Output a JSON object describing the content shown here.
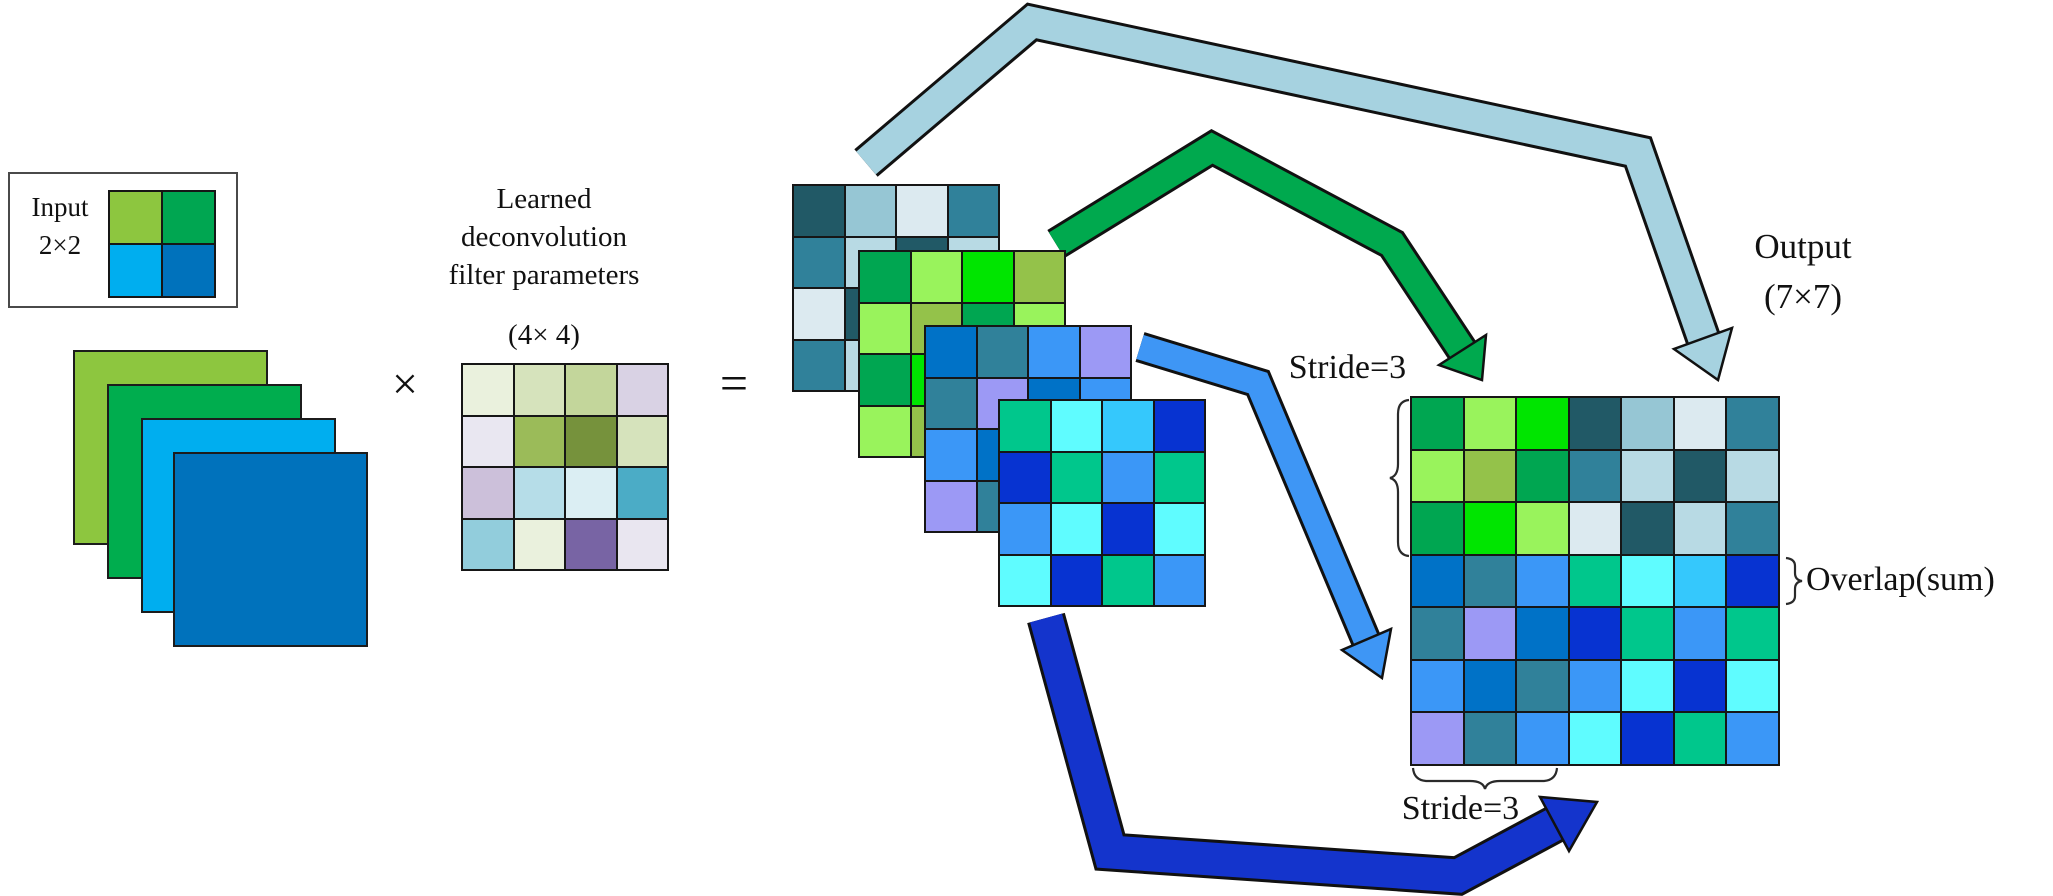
{
  "texts": {
    "input_label_line1": "Input",
    "input_label_line2": "2×2",
    "multiply": "×",
    "equals": "=",
    "filter_title_line1": "Learned",
    "filter_title_line2": "deconvolution",
    "filter_title_line3": "filter parameters",
    "filter_title_line4": "(4× 4)",
    "stride_top": "Stride=3",
    "stride_bottom": "Stride=3",
    "output_line1": "Output",
    "output_line2": "(7×7)",
    "overlap": "Overlap(sum)"
  },
  "stacked_squares": {
    "light_green": "#8DC63F",
    "green": "#00AD4E",
    "cyan": "#00AEEF",
    "blue": "#0072BC"
  },
  "arrows": {
    "teal": "#A6D2E0",
    "green": "#00A94E",
    "blue": "#3E96F5",
    "dark_blue": "#1434CC"
  },
  "grids": {
    "input_legend": [
      [
        "#8DC63F",
        "#00A651"
      ],
      [
        "#00AEEF",
        "#0072BC"
      ]
    ],
    "filter": [
      [
        "#EAF1DD",
        "#D6E3BC",
        "#C3D69B",
        "#D9D2E4"
      ],
      [
        "#E9E7F1",
        "#9BBB59",
        "#76923C",
        "#D6E3BC"
      ],
      [
        "#CCC0DA",
        "#B6DDE8",
        "#DBEEF3",
        "#4BACC6"
      ],
      [
        "#92CDDC",
        "#EAF1DD",
        "#7864A4",
        "#E9E6F0"
      ]
    ],
    "patch_teal": [
      [
        "#215966",
        "#96C6D4",
        "#DCEAF0",
        "#30819A"
      ],
      [
        "#30819A",
        "#B8DAE4",
        "#215966",
        "#B8DAE4"
      ],
      [
        "#DCEAF0",
        "#215966",
        "#B8DAE4",
        "#30819A"
      ],
      [
        "#30819A",
        "#B8DAE4",
        "#215966",
        "#96C6D4"
      ]
    ],
    "patch_green": [
      [
        "#00A651",
        "#99F35C",
        "#00E500",
        "#94C24A"
      ],
      [
        "#99F35C",
        "#94C24A",
        "#00A651",
        "#99F35C"
      ],
      [
        "#00A651",
        "#00E500",
        "#99F35C",
        "#00A651"
      ],
      [
        "#99F35C",
        "#94C24A",
        "#00A651",
        "#94C24A"
      ]
    ],
    "patch_blue": [
      [
        "#0072C7",
        "#30819A",
        "#3B97F7",
        "#9C99F5"
      ],
      [
        "#30819A",
        "#9C99F5",
        "#0072C7",
        "#3B97F7"
      ],
      [
        "#3B97F7",
        "#0072C7",
        "#30819A",
        "#0072C7"
      ],
      [
        "#9C99F5",
        "#30819A",
        "#3B97F7",
        "#30819A"
      ]
    ],
    "patch_cyan": [
      [
        "#00C78C",
        "#5FFCFF",
        "#35C8FC",
        "#0733D1"
      ],
      [
        "#0733D1",
        "#00C78C",
        "#3B97F7",
        "#00C78C"
      ],
      [
        "#3B97F7",
        "#5FFCFF",
        "#0733D1",
        "#5FFCFF"
      ],
      [
        "#5FFCFF",
        "#0733D1",
        "#00C78C",
        "#3B97F7"
      ]
    ],
    "output": [
      [
        "#00A651",
        "#99F35C",
        "#00E500",
        "#215966",
        "#96C6D4",
        "#DCEAF0",
        "#30819A"
      ],
      [
        "#99F35C",
        "#94C24A",
        "#00A651",
        "#30819A",
        "#B8DAE4",
        "#215966",
        "#B8DAE4"
      ],
      [
        "#00A651",
        "#00E500",
        "#99F35C",
        "#DCEAF0",
        "#215966",
        "#B8DAE4",
        "#30819A"
      ],
      [
        "#0072C7",
        "#30819A",
        "#3B97F7",
        "#00C78C",
        "#5FFCFF",
        "#35C8FC",
        "#0733D1"
      ],
      [
        "#30819A",
        "#9C99F5",
        "#0072C7",
        "#0733D1",
        "#00C78C",
        "#3B97F7",
        "#00C78C"
      ],
      [
        "#3B97F7",
        "#0072C7",
        "#30819A",
        "#3B97F7",
        "#5FFCFF",
        "#0733D1",
        "#5FFCFF"
      ],
      [
        "#9C99F5",
        "#30819A",
        "#3B97F7",
        "#5FFCFF",
        "#0733D1",
        "#00C78C",
        "#3B97F7"
      ]
    ]
  }
}
